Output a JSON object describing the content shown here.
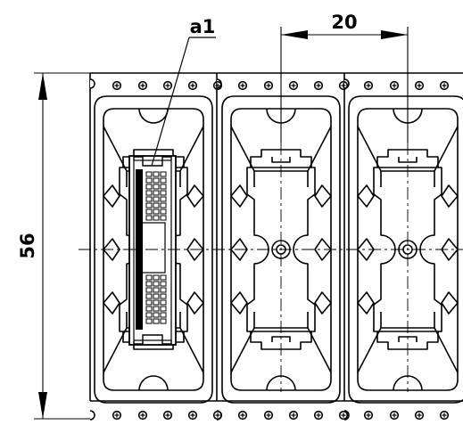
{
  "labels": {
    "dimension_width": "20",
    "dimension_height": "56",
    "callout": "a1"
  },
  "colors": {
    "line": "#000000",
    "background": "#ffffff"
  }
}
